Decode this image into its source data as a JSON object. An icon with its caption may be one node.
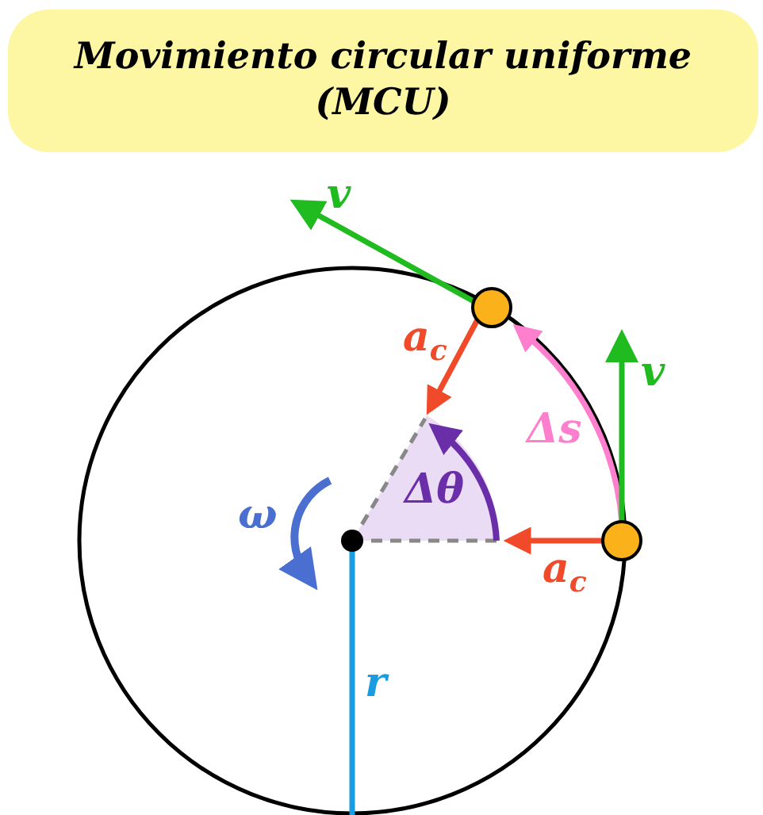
{
  "diagram": {
    "title": "Movimiento circular uniforme (MCU)",
    "labels": [
      "v",
      "a$_{c}$",
      "v",
      "Δs",
      "Δθ",
      "ω",
      "a$_{c}$",
      "r"
    ]
  }
}
